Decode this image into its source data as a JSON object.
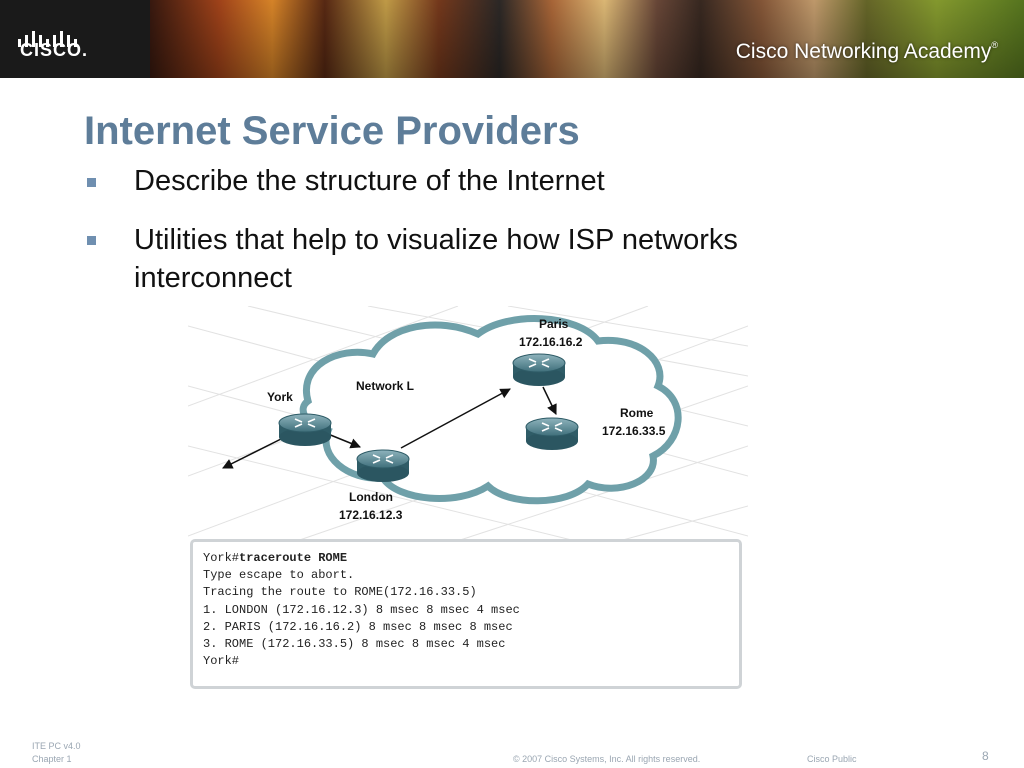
{
  "banner": {
    "logo_text": "CISCO.",
    "academy_title": "Cisco Networking Academy",
    "academy_mark": "®"
  },
  "slide": {
    "title": "Internet Service Providers",
    "bullets": [
      "Describe the structure of the Internet",
      "Utilities that help to visualize how ISP networks",
      "interconnect"
    ]
  },
  "diagram": {
    "cloud_label": "Network L",
    "routers": [
      {
        "name": "York",
        "ip": ""
      },
      {
        "name": "London",
        "ip": "172.16.12.3"
      },
      {
        "name": "Paris",
        "ip": "172.16.16.2"
      },
      {
        "name": "Rome",
        "ip": "172.16.33.5"
      }
    ]
  },
  "terminal": {
    "prompt1": "York#",
    "command1": "traceroute ROME",
    "lines": [
      "Type escape to abort.",
      "Tracing the route to ROME(172.16.33.5)",
      "1. LONDON (172.16.12.3) 8 msec 8 msec 4 msec",
      "2. PARIS (172.16.16.2) 8 msec 8 msec 8 msec",
      "3. ROME (172.16.33.5) 8 msec 8 msec 4 msec",
      "York#"
    ]
  },
  "footer": {
    "course": "ITE PC v4.0",
    "chapter": "Chapter 1",
    "copyright": "© 2007 Cisco Systems, Inc. All rights reserved.",
    "classification": "Cisco Public",
    "page": "8"
  }
}
